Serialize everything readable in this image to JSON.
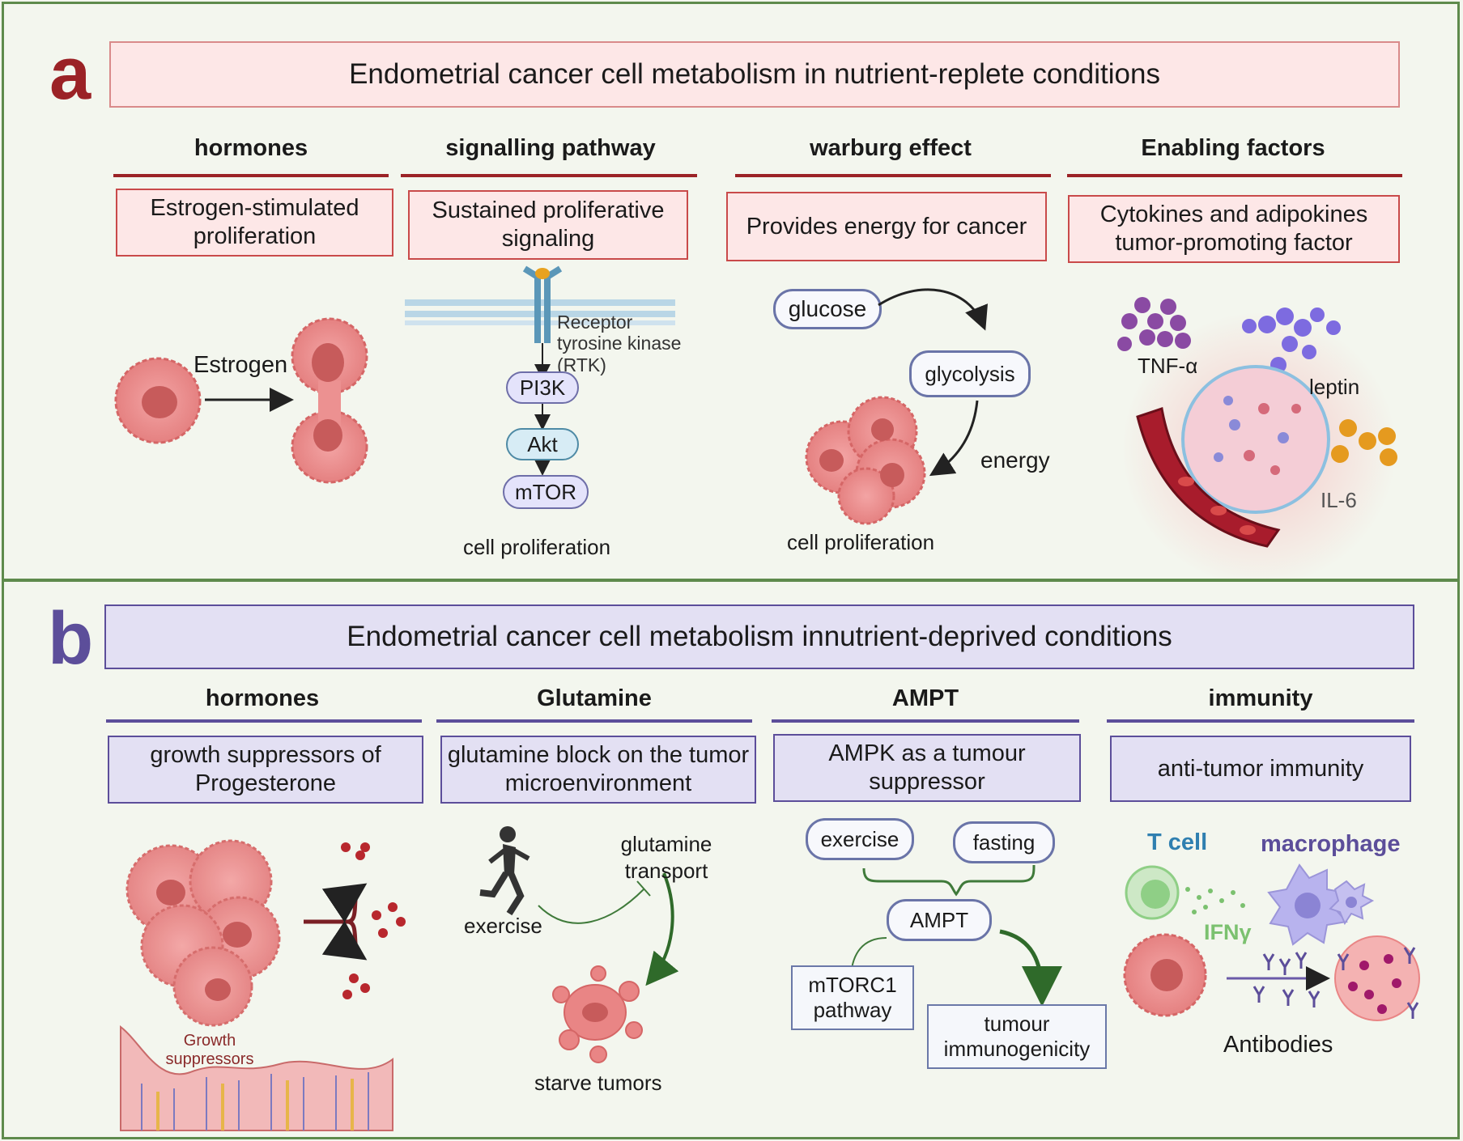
{
  "colors": {
    "panel_border": "#5e8a4c",
    "background": "#f3f6ee",
    "panel_a_accent": "#9b2226",
    "panel_a_fill": "#fde7e7",
    "panel_b_accent": "#5c4e9a",
    "panel_b_fill": "#e3e0f3",
    "cell": "#e98585",
    "t_cell": "#8fcf86",
    "macrophage": "#9b95d9"
  },
  "panel_a": {
    "letter": "a",
    "title": "Endometrial cancer cell metabolism in  nutrient-replete conditions",
    "columns": [
      {
        "heading": "hormones",
        "box": "Estrogen-stimulated proliferation"
      },
      {
        "heading": "signalling pathway",
        "box": "Sustained proliferative signaling"
      },
      {
        "heading": "warburg effect",
        "box": "Provides energy for cancer"
      },
      {
        "heading": "Enabling factors",
        "box": "Cytokines and adipokines tumor-promoting factor"
      }
    ],
    "hormones_panel": {
      "estrogen": "Estrogen"
    },
    "signalling_panel": {
      "receptor_label": "Receptor tyrosine kinase (RTK)",
      "nodes": [
        "PI3K",
        "Akt",
        "mTOR"
      ],
      "outcome": "cell proliferation"
    },
    "warburg_panel": {
      "glucose": "glucose",
      "glycolysis": "glycolysis",
      "energy": "energy",
      "outcome": "cell proliferation"
    },
    "enabling_panel": {
      "tnf": "TNF-α",
      "leptin": "leptin",
      "il6": "IL-6"
    }
  },
  "panel_b": {
    "letter": "b",
    "title": "Endometrial cancer cell metabolism innutrient-deprived conditions",
    "columns": [
      {
        "heading": "hormones",
        "box": "growth suppressors of Progesterone"
      },
      {
        "heading": "Glutamine",
        "box": "glutamine block on the tumor microenvironment"
      },
      {
        "heading": "AMPT",
        "box": "AMPK as a tumour suppressor"
      },
      {
        "heading": "immunity",
        "box": "anti-tumor immunity"
      }
    ],
    "hormones_panel": {
      "growth_suppressors": "Growth suppressors"
    },
    "glutamine_panel": {
      "glutamine_transport": "glutamine transport",
      "exercise": "exercise",
      "outcome": "starve tumors"
    },
    "ampt_panel": {
      "exercise": "exercise",
      "fasting": "fasting",
      "ampt": "AMPT",
      "mtorc1": "mTORC1 pathway",
      "immunogenicity": "tumour immunogenicity"
    },
    "immunity_panel": {
      "t_cell": "T cell",
      "macrophage": "macrophage",
      "ifn": "IFNγ",
      "antibodies": "Antibodies"
    }
  }
}
